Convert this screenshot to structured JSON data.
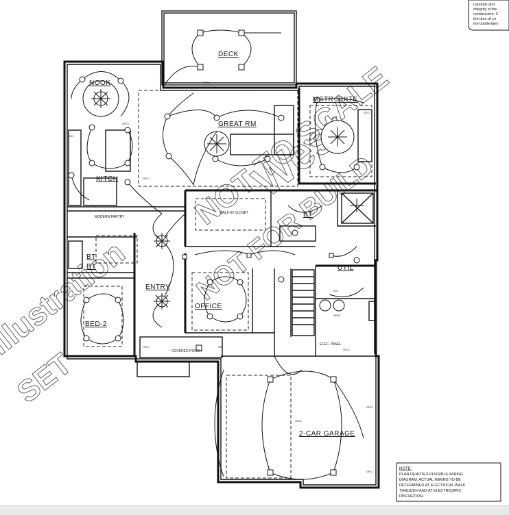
{
  "rooms": {
    "deck": "DECK",
    "nook": "NOOK",
    "great_rm": "GREAT RM",
    "mstr_suite": "MSTR SUITE",
    "kitch": "KITCH",
    "walk_in_closet": "WALK-IN CLOSET",
    "modern_pantry": "MODERN PANTRY",
    "bt_upper": "BT",
    "bt_left": "BT",
    "bt_lower_left": "BT",
    "util": "UTIL",
    "entry": "ENTRY",
    "office": "OFFICE",
    "bed2": "BED-2",
    "covered_porch": "COVERED PORCH",
    "elec_panel": "ELEC. PANEL",
    "garage": "2-CAR GARAGE"
  },
  "fixtures": {
    "gfci": "GFCI",
    "range": "220",
    "dryer": "220",
    "vent": "VENT",
    "wp": "WP"
  },
  "watermarks": {
    "scale": "NOT TO SCALE",
    "west": "West",
    "build": "NOT FOR BUILD",
    "sketch": "SET",
    "illustration": "Illustration"
  },
  "disclaimer_lines": [
    "carefully and",
    "integrity of the",
    "construction. C",
    "the time of co",
    "the builder/gen"
  ],
  "note": {
    "heading": "NOTE:",
    "lines": [
      "PLAN DENOTES POSSIBLE WIRING",
      "DIAGRAM, ACTUAL WIRING TO BE",
      "DETERMINED AT ELECTRICAL WALK",
      "THROUGH AND AT ELECTRICIANS",
      "DISCRETION."
    ]
  }
}
